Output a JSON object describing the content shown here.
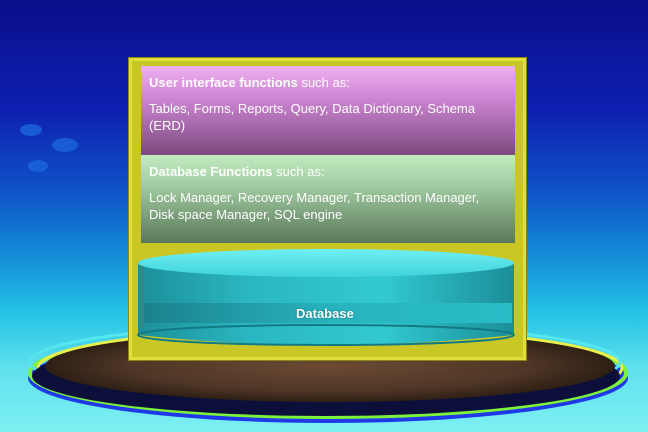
{
  "diagram": {
    "ui_functions": {
      "heading_bold": "User interface functions",
      "heading_rest": " such as:",
      "body": "Tables, Forms, Reports, Query, Data Dictionary, Schema (ERD)"
    },
    "db_functions": {
      "heading_bold": "Database Functions",
      "heading_rest": " such as:",
      "body": "Lock Manager, Recovery Manager, Transaction Manager, Disk space Manager, SQL engine"
    },
    "database_label": "Database"
  },
  "colors": {
    "frame": "#c9c726",
    "ui_panel": "#cf86d4",
    "db_panel": "#9bc59a",
    "cylinder": "#2fc6d0",
    "platform": "#5a4030"
  }
}
